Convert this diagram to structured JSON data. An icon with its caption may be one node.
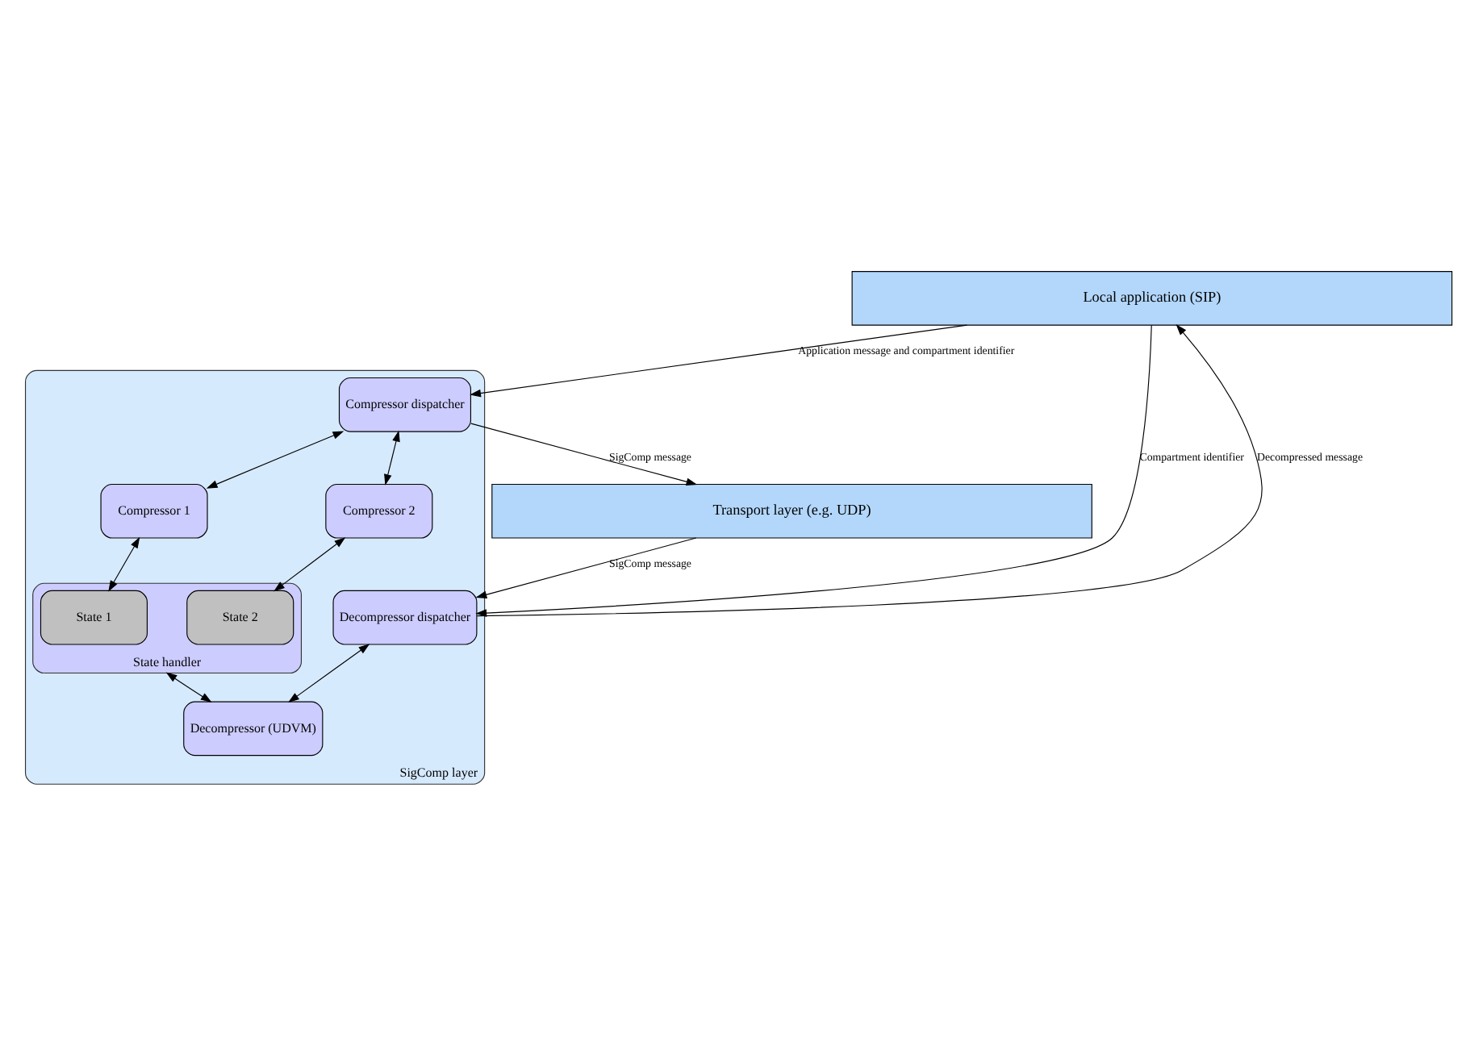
{
  "diagram": {
    "nodes": [
      {
        "text": [
          "Local application (SIP)"
        ]
      },
      {
        "text": [
          "SigComp layer"
        ]
      },
      {
        "text": [
          "Compressor dispatcher"
        ],
        "in": 1
      },
      {
        "text": [
          "Compressor 1"
        ],
        "in": 1
      },
      {
        "text": [
          "Compressor 2"
        ],
        "in": 1
      },
      {
        "text": [
          "State handler"
        ],
        "in": 1
      },
      {
        "text": [
          "State 1"
        ],
        "in": 5
      },
      {
        "text": [
          "State 2"
        ],
        "in": 5
      },
      {
        "text": [
          "Decompressor dispatcher"
        ],
        "in": 1
      },
      {
        "text": [
          "Decompressor (UDVM)"
        ],
        "in": 1
      },
      {
        "text": [
          "Transport layer (e.g. UDP)"
        ]
      }
    ],
    "edges": [
      {
        "from": 0,
        "to": 2,
        "arrow": "to",
        "label": "Application message and compartment identifier"
      },
      {
        "from": 8,
        "to": 0,
        "arrow": "to",
        "label": "Decompressed message"
      },
      {
        "from": 0,
        "to": 8,
        "arrow": "to",
        "label": "Compartment identifier"
      },
      {
        "from": 2,
        "to": 3,
        "arrow": "both"
      },
      {
        "from": 2,
        "to": 4,
        "arrow": "both"
      },
      {
        "from": 3,
        "to": 6,
        "arrow": "both"
      },
      {
        "from": 4,
        "to": 7,
        "arrow": "both"
      },
      {
        "from": 5,
        "to": 9,
        "arrow": "both"
      },
      {
        "from": 8,
        "to": 9,
        "arrow": "both"
      },
      {
        "from": 2,
        "to": 10,
        "arrow": "to",
        "label": "SigComp message"
      },
      {
        "from": 10,
        "to": 8,
        "arrow": "to",
        "label": "SigComp message"
      }
    ]
  }
}
